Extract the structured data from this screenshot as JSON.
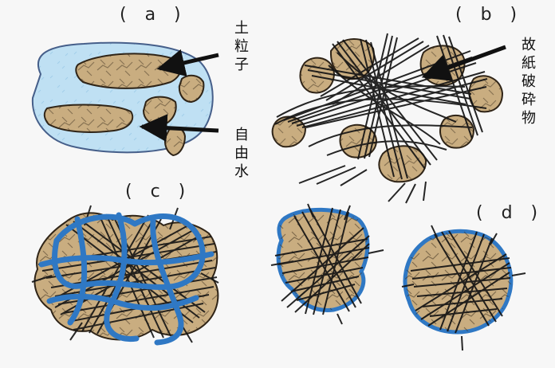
{
  "panels": {
    "a": {
      "label": "( a )"
    },
    "b": {
      "label": "( b )"
    },
    "c": {
      "label": "( c )"
    },
    "d": {
      "label": "( d )"
    }
  },
  "annotations": {
    "soil_particle": "土粒子",
    "free_water": "自由水",
    "paper_debris": "故紙破砕物"
  },
  "colors": {
    "background": "#f7f7f7",
    "water_fill": "#bfe0f3",
    "water_stroke": "#455a8c",
    "particle_fill": "#c9ad80",
    "particle_stroke": "#2f2417",
    "fiber_stroke": "#141414",
    "blue_binder": "#2f78c4"
  }
}
